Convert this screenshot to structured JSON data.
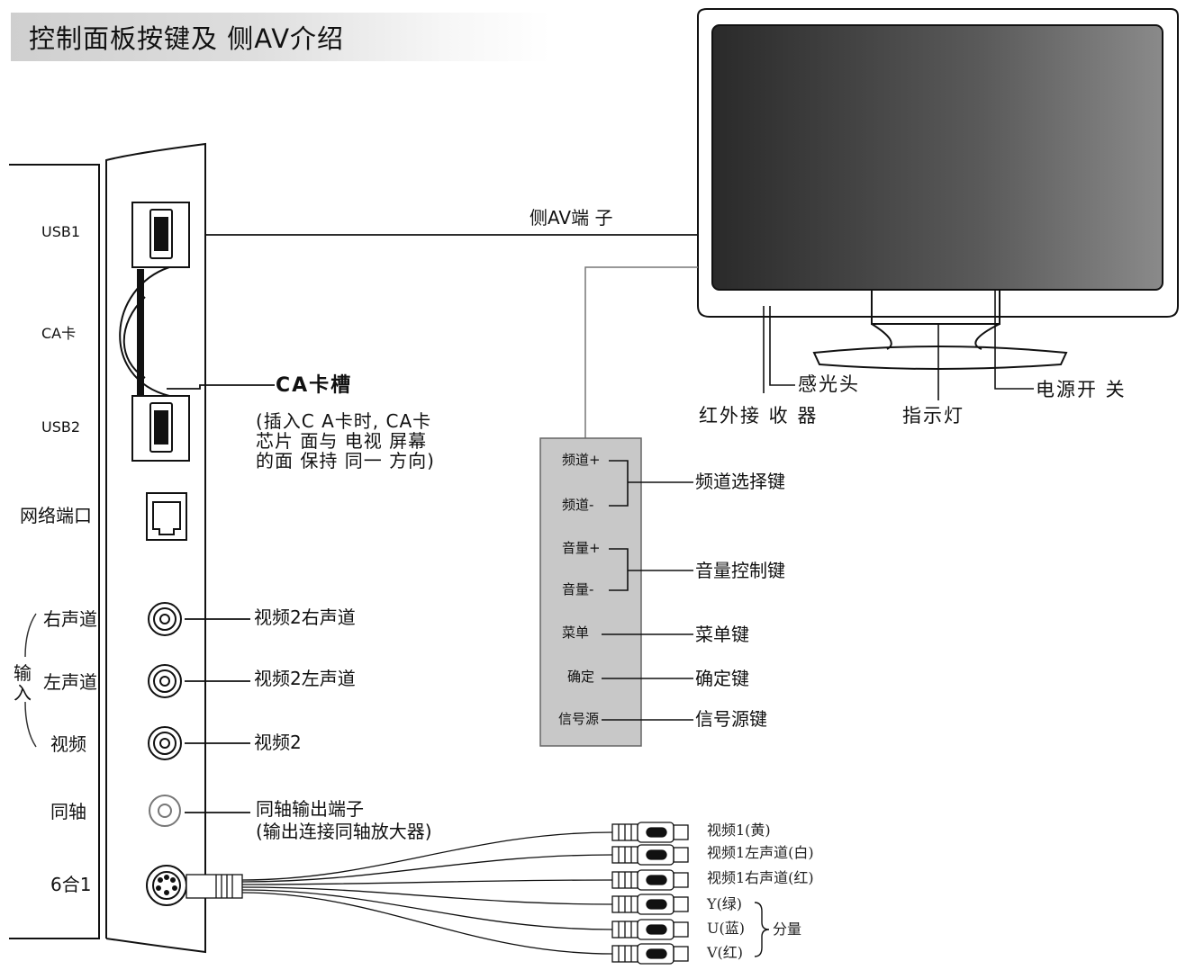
{
  "title": "控制面板按键及 侧AV介绍",
  "side_panel_labels": {
    "usb1": "USB1",
    "ca_card": "CA卡",
    "usb2": "USB2",
    "network_port": "网络端口",
    "right_channel": "右声道",
    "input": "输入",
    "left_channel": "左声道",
    "video": "视频",
    "coaxial": "同轴",
    "six_in_one": "6合1"
  },
  "callouts": {
    "side_av_terminal": "侧AV端 子",
    "ca_slot": "CA卡槽",
    "ca_slot_note": "(插入C A卡时, CA卡\n芯片 面与 电视 屏幕\n的面 保持 同一 方向)",
    "video2_right": "视频2右声道",
    "video2_left": "视频2左声道",
    "video2": "视频2",
    "coax_out": "同轴输出端子",
    "coax_out_note": "(输出连接同轴放大器)"
  },
  "tv_labels": {
    "light_sensor": "感光头",
    "ir_receiver": "红外接 收 器",
    "indicator": "指示灯",
    "power_switch": "电源开 关"
  },
  "control_panel": {
    "keys": {
      "ch_up": "频道+",
      "ch_down": "频道-",
      "vol_up": "音量+",
      "vol_down": "音量-",
      "menu": "菜单",
      "confirm": "确定",
      "source": "信号源"
    },
    "callouts": {
      "channel_select": "频道选择键",
      "volume_control": "音量控制键",
      "menu_key": "菜单键",
      "confirm_key": "确定键",
      "source_key": "信号源键"
    }
  },
  "cable_labels": {
    "video1_yellow": "视频1(黄)",
    "video1_left_white": "视频1左声道(白)",
    "video1_right_red": "视频1右声道(红)",
    "y_green": "Y(绿)",
    "u_blue": "U(蓝)",
    "v_red": "V(红)",
    "component": "分量"
  },
  "colors": {
    "banner_start": "#cfcfcf",
    "screen_dark": "#2a2a2a",
    "screen_light": "#8a8a8a",
    "control_panel_fill": "#c8c8c8"
  }
}
